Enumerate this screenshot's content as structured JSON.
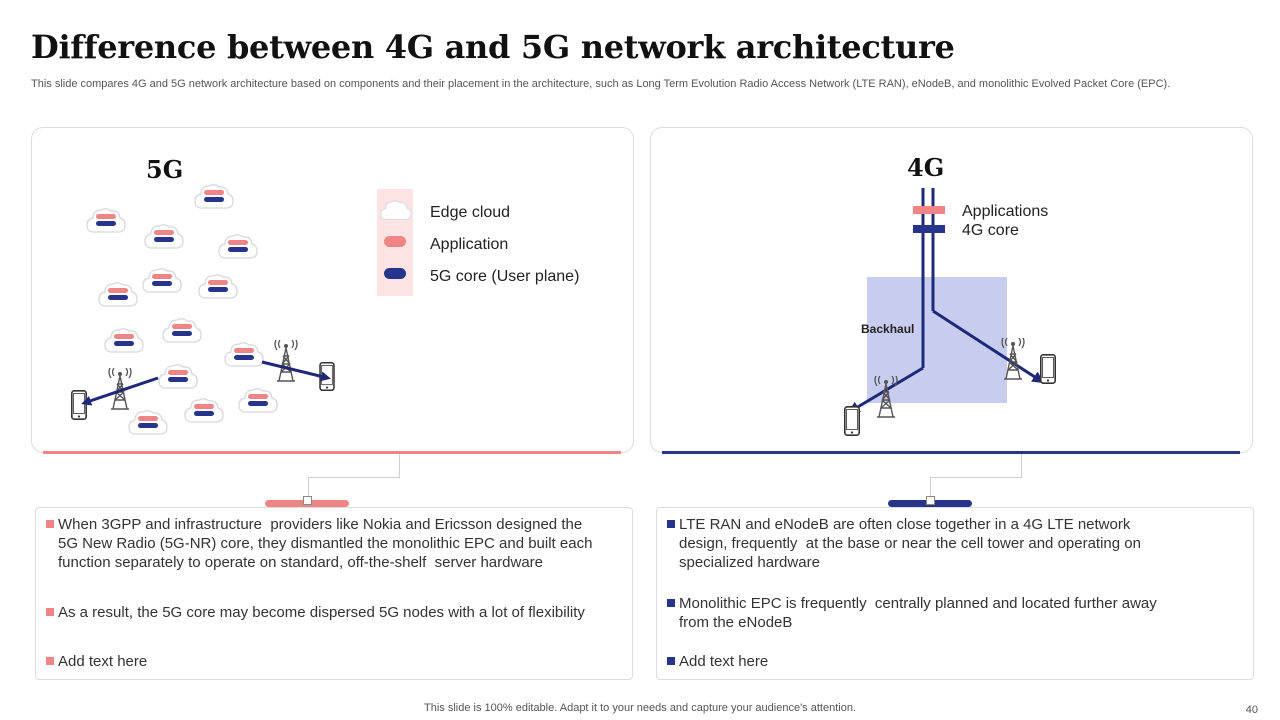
{
  "page": {
    "title": "Difference between 4G and 5G network architecture",
    "subtitle": "This slide compares 4G and 5G network architecture based on components and their placement in the architecture, such as Long Term Evolution Radio Access Network (LTE RAN), eNodeB, and monolithic Evolved Packet Core (EPC).",
    "footer": "This slide is 100% editable. Adapt it to your needs and capture your audience's attention.",
    "page_number": "40"
  },
  "colors": {
    "pink": "#f08585",
    "navy": "#27348b",
    "light_pink_bg": "#fde4e4",
    "lavender": "#c8cdf0",
    "arrow_navy": "#1e2a78"
  },
  "diagram_5g": {
    "label": "5G",
    "legend": {
      "edge_cloud": "Edge cloud",
      "application": "Application",
      "core": "5G core (User plane)"
    }
  },
  "diagram_4g": {
    "label": "4G",
    "legend": {
      "applications": "Applications",
      "core": "4G core"
    },
    "backhaul_label": "Backhaul"
  },
  "bullets_5g": [
    {
      "text": "When 3GPP and infrastructure  providers like Nokia and Ericsson designed the\n5G New Radio (5G-NR) core, they dismantled the monolithic EPC and built each\nfunction separately to operate on standard, off-the-shelf  server hardware"
    },
    {
      "text": "As a result, the 5G core may become dispersed 5G nodes with a lot of flexibility"
    },
    {
      "text": "Add text here"
    }
  ],
  "bullets_4g": [
    {
      "text": "LTE RAN and eNodeB are often close together in a 4G LTE network\ndesign, frequently  at the base or near the cell tower and operating on\nspecialized hardware"
    },
    {
      "text": "Monolithic EPC is frequently  centrally planned and located further away\nfrom the eNodeB"
    },
    {
      "text": "Add text here"
    }
  ]
}
